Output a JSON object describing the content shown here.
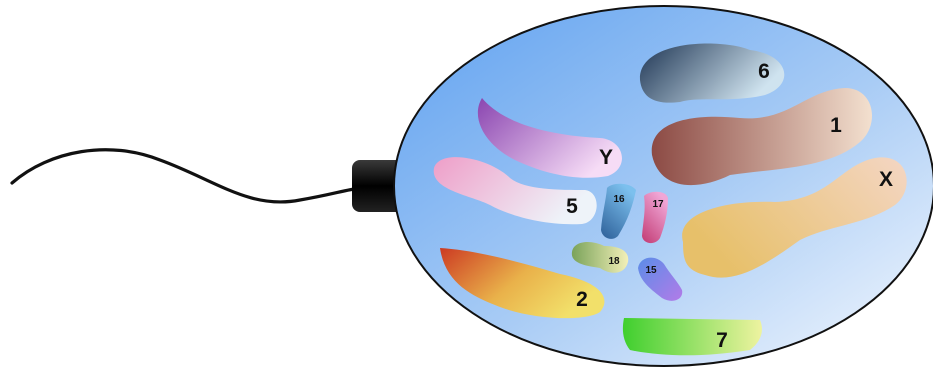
{
  "diagram": {
    "chromosomes": [
      {
        "id": "c6",
        "label": "6",
        "colors": [
          "#1f3654",
          "#cfe3ef"
        ]
      },
      {
        "id": "c1",
        "label": "1",
        "colors": [
          "#8c4a44",
          "#f3e0cf"
        ]
      },
      {
        "id": "cX",
        "label": "X",
        "colors": [
          "#e7c06a",
          "#f3d2c0"
        ]
      },
      {
        "id": "cY",
        "label": "Y",
        "colors": [
          "#8a45b0",
          "#f3d2f3"
        ]
      },
      {
        "id": "c5",
        "label": "5",
        "colors": [
          "#ee9ec8",
          "#eaf0f7"
        ]
      },
      {
        "id": "c2",
        "label": "2",
        "colors": [
          "#cc3a22",
          "#f2e06a"
        ]
      },
      {
        "id": "c7",
        "label": "7",
        "colors": [
          "#3fcf2e",
          "#eef3a0"
        ]
      },
      {
        "id": "c16",
        "label": "16",
        "colors": [
          "#2d6aa8",
          "#7cc0ee"
        ]
      },
      {
        "id": "c17",
        "label": "17",
        "colors": [
          "#c23a73",
          "#ee9ad0"
        ]
      },
      {
        "id": "c18",
        "label": "18",
        "colors": [
          "#7aa35a",
          "#f3f0b8"
        ]
      },
      {
        "id": "c15",
        "label": "15",
        "colors": [
          "#5b8de8",
          "#b27be8"
        ]
      }
    ],
    "colors": {
      "cell_light": "#eef4fd",
      "cell_dark": "#6fa9ef",
      "outline": "#111111"
    }
  }
}
